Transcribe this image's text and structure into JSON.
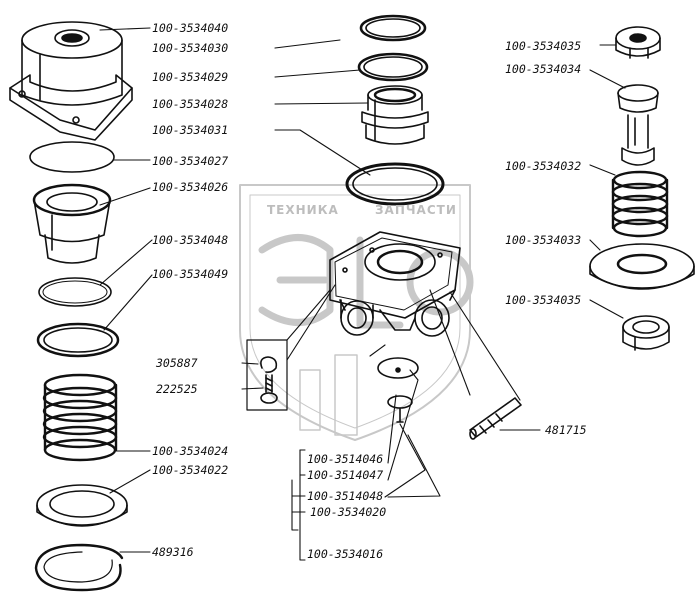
{
  "watermark": {
    "left_text": "ТЕХНИКА",
    "right_text": "ЗАПЧАСТИ",
    "logo_text": "ЭВО"
  },
  "labels": {
    "p3534040": "100-3534040",
    "p3534030": "100-3534030",
    "p3534029": "100-3534029",
    "p3534028": "100-3534028",
    "p3534031": "100-3534031",
    "p3534027": "100-3534027",
    "p3534026": "100-3534026",
    "p3534048": "100-3534048",
    "p3534049": "100-3534049",
    "p305887": "305887",
    "p222525": "222525",
    "p3534024": "100-3534024",
    "p3534022": "100-3534022",
    "p489316": "489316",
    "p3534035a": "100-3534035",
    "p3534034": "100-3534034",
    "p3534032": "100-3534032",
    "p3534033": "100-3534033",
    "p3534035b": "100-3534035",
    "p481715": "481715",
    "p3514046": "100-3514046",
    "p3514047": "100-3514047",
    "p3514048": "100-3514048",
    "p3534020": "100-3534020",
    "p3534016": "100-3534016"
  }
}
